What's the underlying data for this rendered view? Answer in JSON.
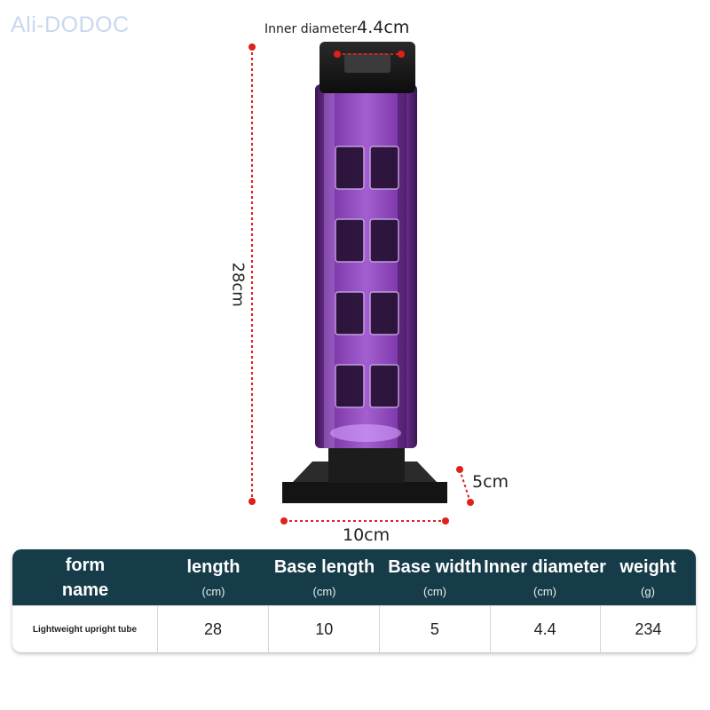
{
  "watermark": "Ali-DODOC",
  "annotations": {
    "inner_label": "Inner diameter",
    "inner_value": "4.4cm",
    "height": "28cm",
    "base_width": "5cm",
    "base_length": "10cm"
  },
  "table": {
    "headers": [
      {
        "label": "form name",
        "unit": ""
      },
      {
        "label": "length",
        "unit": "(cm)"
      },
      {
        "label": "Base length",
        "unit": "(cm)"
      },
      {
        "label": "Base width",
        "unit": "(cm)"
      },
      {
        "label": "Inner diameter",
        "unit": "(cm)"
      },
      {
        "label": "weight",
        "unit": "(g)"
      }
    ],
    "row": [
      "Lightweight upright tube",
      "28",
      "10",
      "5",
      "4.4",
      "234"
    ]
  },
  "colors": {
    "header_bg": "#173c49",
    "tube_purple": "#8a3fb4",
    "dimension_dot": "#e0201b"
  }
}
